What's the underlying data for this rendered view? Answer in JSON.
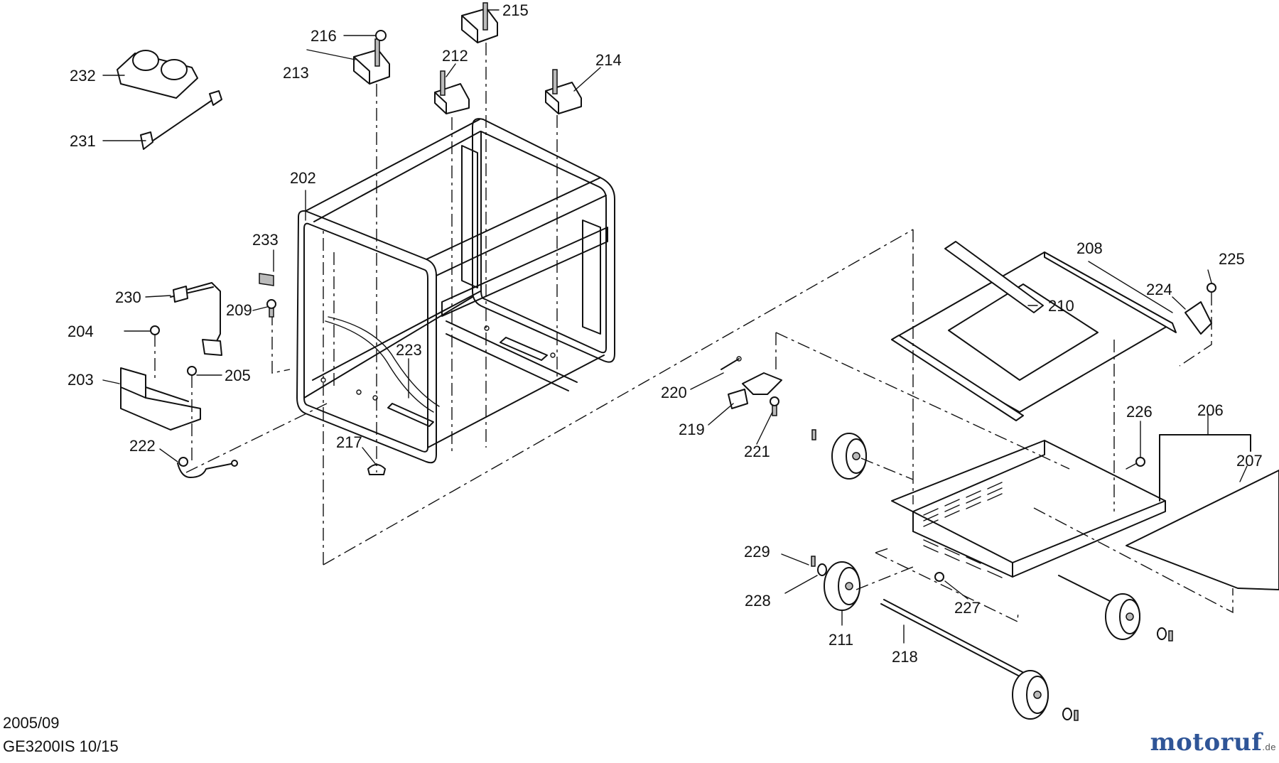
{
  "diagram": {
    "part_labels": {
      "p202": "202",
      "p203": "203",
      "p204": "204",
      "p205": "205",
      "p206": "206",
      "p207": "207",
      "p208": "208",
      "p209": "209",
      "p210": "210",
      "p211": "211",
      "p212": "212",
      "p213": "213",
      "p214": "214",
      "p215": "215",
      "p216": "216",
      "p217": "217",
      "p218": "218",
      "p219": "219",
      "p220": "220",
      "p221": "221",
      "p222": "222",
      "p223": "223",
      "p224": "224",
      "p225": "225",
      "p226": "226",
      "p227": "227",
      "p228": "228",
      "p229": "229",
      "p230": "230",
      "p231": "231",
      "p232": "232",
      "p233": "233"
    }
  },
  "footer": {
    "date": "2005/09",
    "model": "GE3200IS 10/15"
  },
  "watermark": {
    "brand_main": "motoruf",
    "brand_dot": ".de"
  },
  "colors": {
    "logo_primary": "#2f5597",
    "logo_accent": "#d9a514",
    "line": "#111111"
  }
}
